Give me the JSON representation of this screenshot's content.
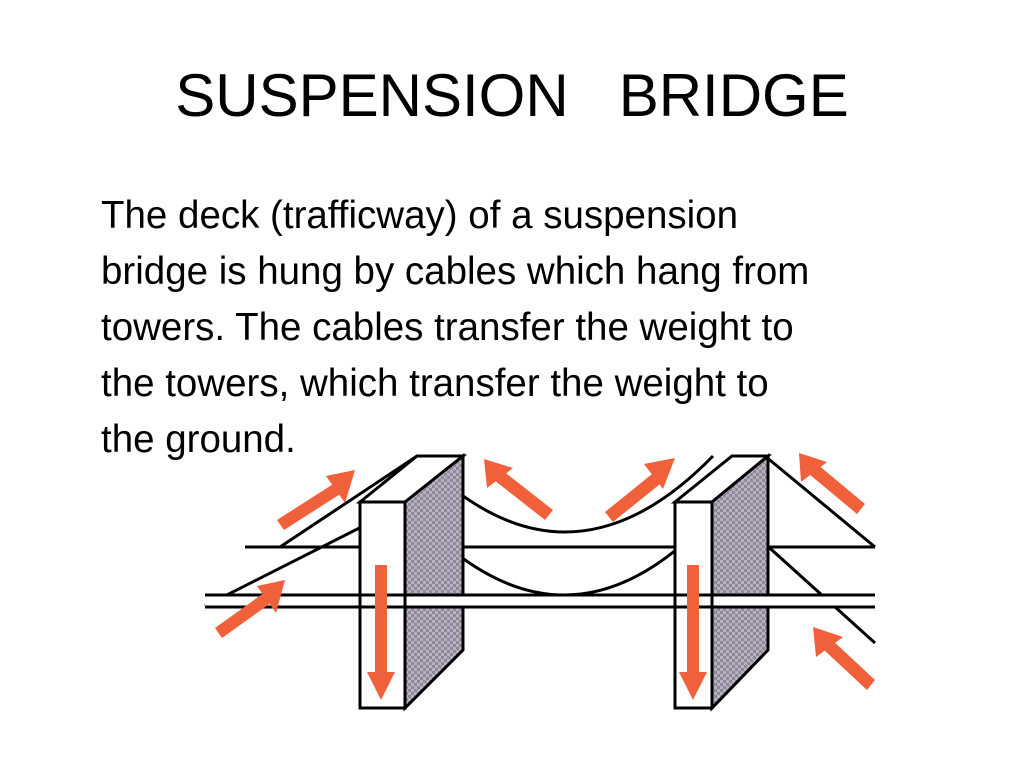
{
  "slide": {
    "title": "SUSPENSION   BRIDGE",
    "body_lines": [
      "The deck (trafficway) of a suspension",
      "bridge is hung by cables which hang from",
      "towers. The cables transfer the weight to",
      "the towers, which transfer the weight to",
      "the ground."
    ]
  },
  "diagram": {
    "subject": "suspension-bridge",
    "colors": {
      "arrow": "#f0603a",
      "tower_shade": "#a8a2b0",
      "line": "#000000"
    }
  }
}
